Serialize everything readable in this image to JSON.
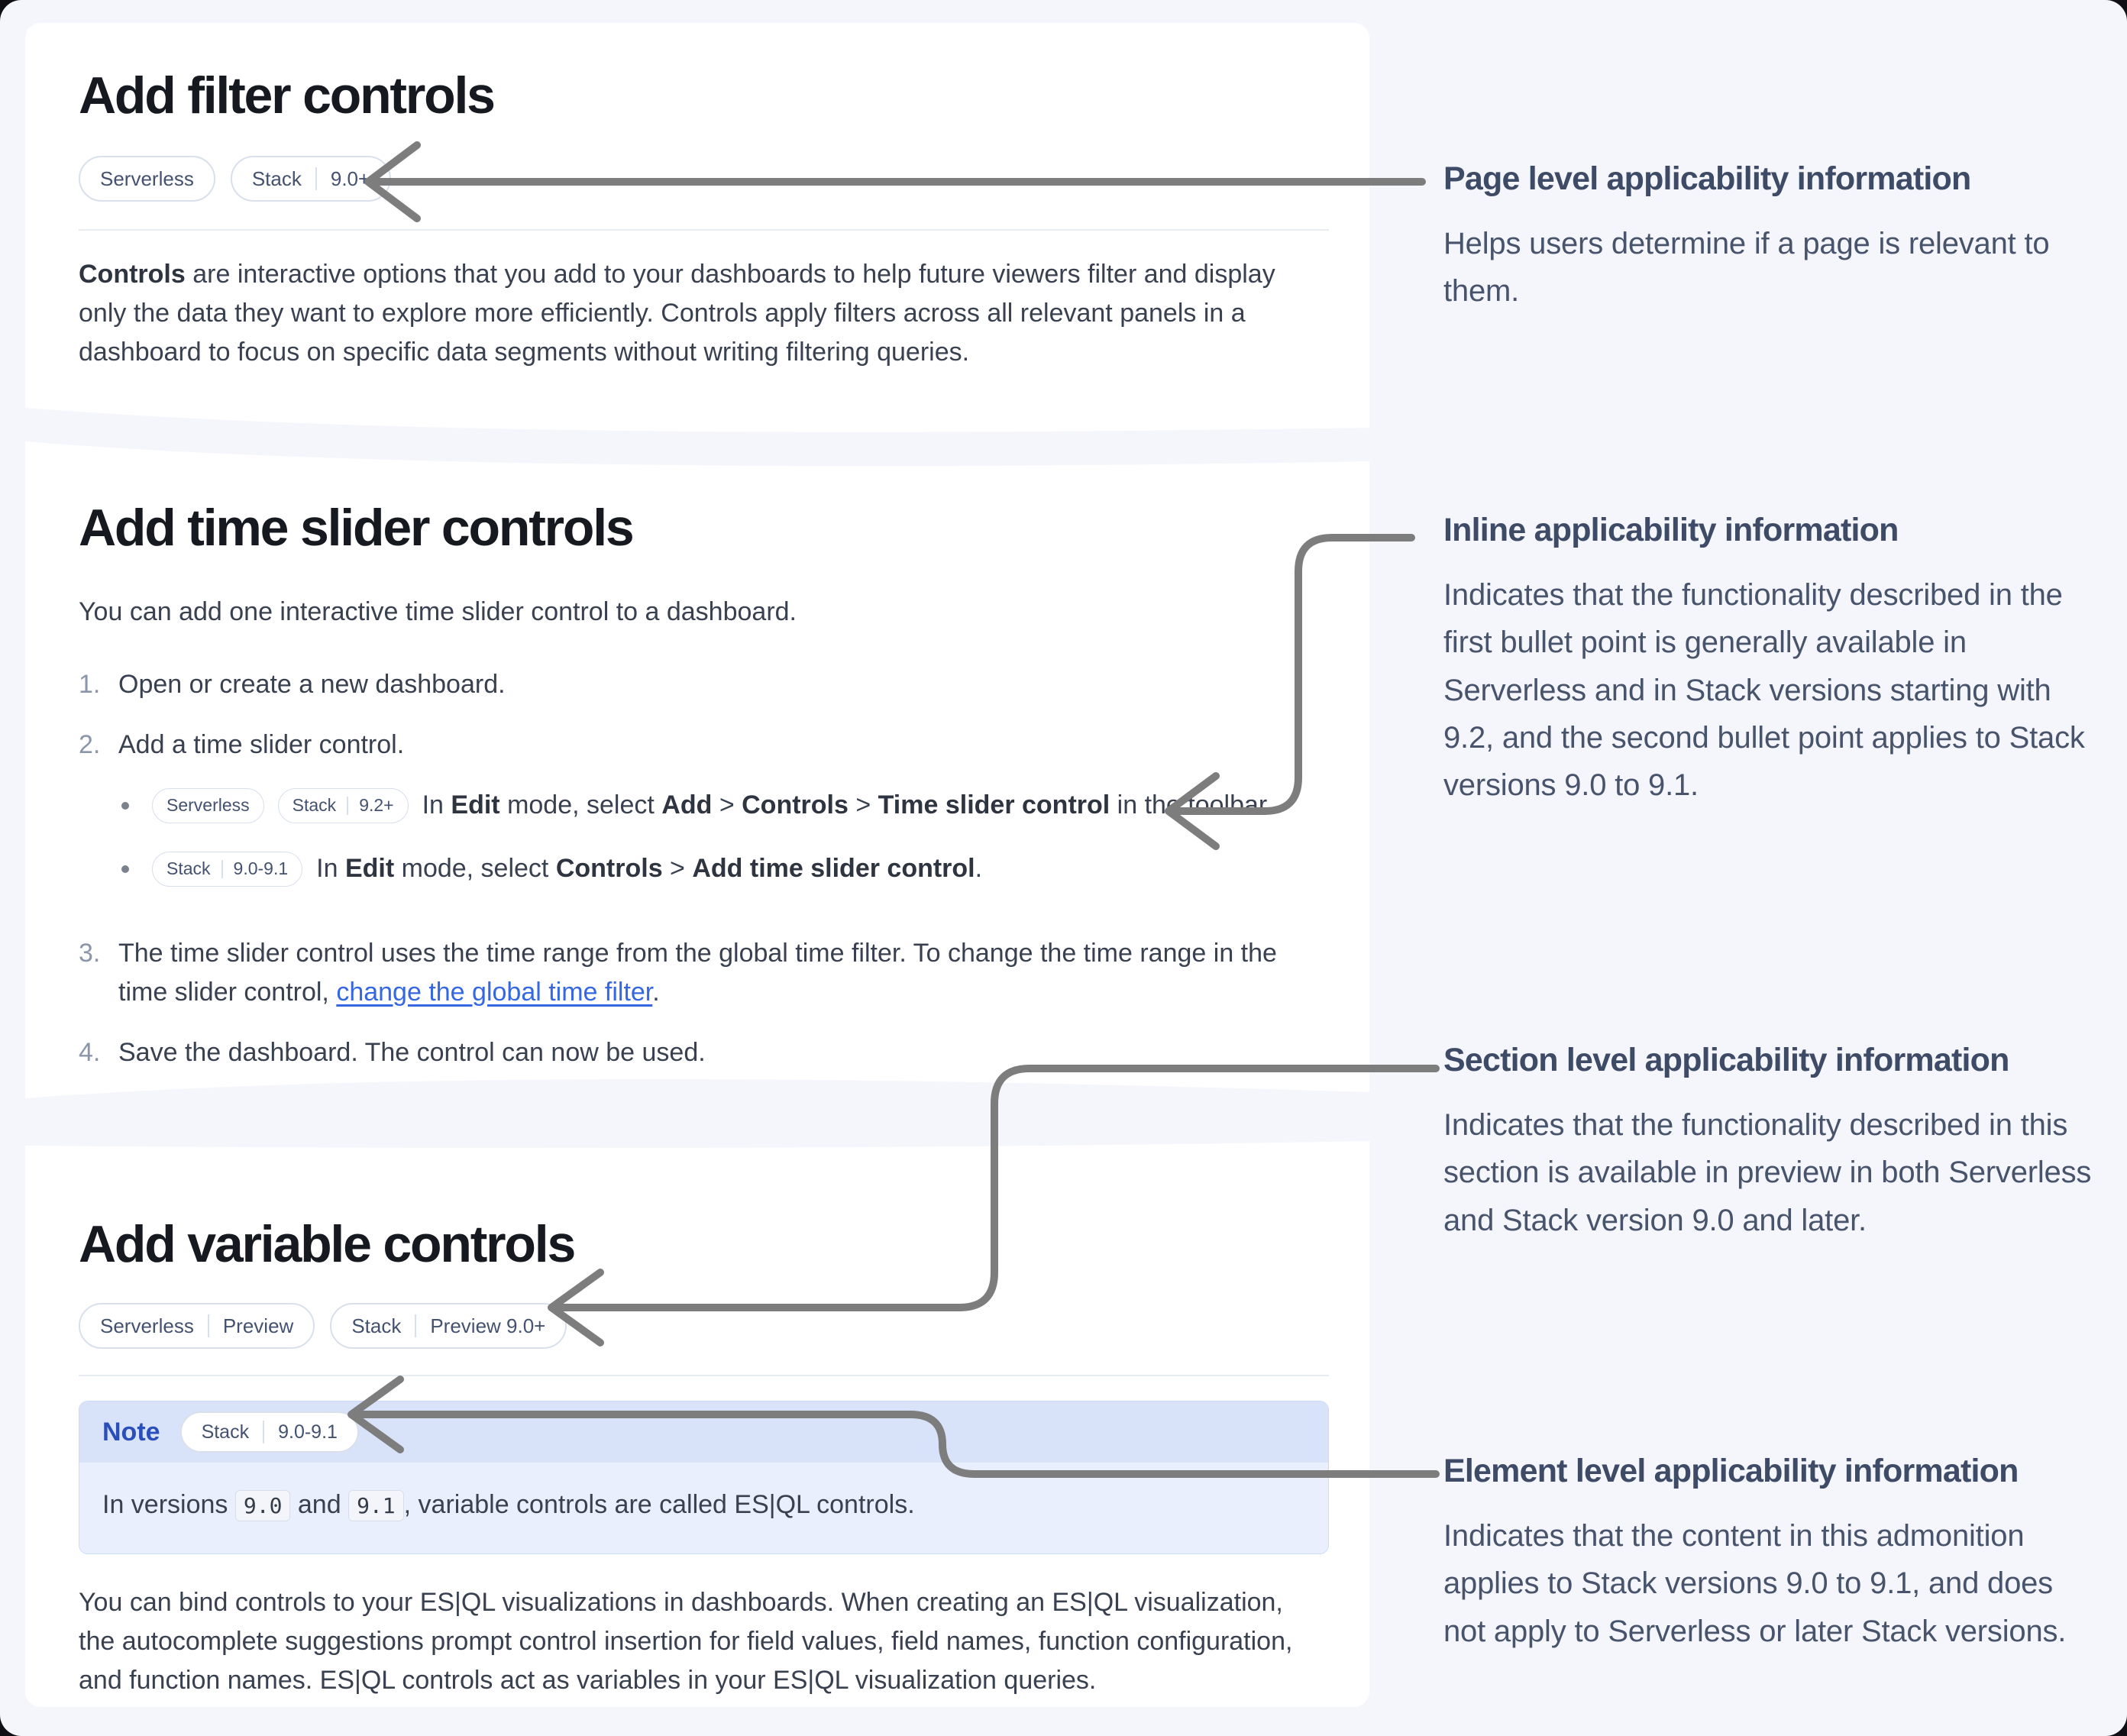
{
  "theme": {
    "page_background": "#f5f6fb",
    "card_background": "#ffffff",
    "heading_color": "#16191f",
    "body_color": "#39404f",
    "badge_text_color": "#44526f",
    "badge_border_color": "#d9e0ec",
    "list_number_color": "#8b96ab",
    "link_color": "#3667e3",
    "note_header_background": "#d8e3f9",
    "note_body_background": "#e9effc",
    "note_title_color": "#2a4fbb",
    "annotation_heading_color": "#3e4b66",
    "annotation_body_color": "#47546c",
    "arrow_color": "#7d7d7d"
  },
  "card1": {
    "title": "Add filter controls",
    "badge1_label": "Serverless",
    "badge2_product": "Stack",
    "badge2_version": "9.0+",
    "p_bold": "Controls",
    "p_rest": " are interactive options that you add to your dashboards to help future viewers filter and display only the data they want to explore more efficiently. Controls apply filters across all relevant panels in a dashboard to focus on specific data segments without writing filtering queries."
  },
  "card2": {
    "title": "Add time slider controls",
    "intro": "You can add one interactive time slider control to a dashboard.",
    "item1_num": "1.",
    "item1": "Open or create a new dashboard.",
    "item2_num": "2.",
    "item2": "Add a time slider control.",
    "b1_badge1": "Serverless",
    "b1_badge2_product": "Stack",
    "b1_badge2_version": "9.2+",
    "b1_t1": "In ",
    "b1_b1": "Edit",
    "b1_t2": " mode, select ",
    "b1_b2": "Add",
    "b1_t3": " > ",
    "b1_b3": "Controls",
    "b1_t4": " > ",
    "b1_b4": "Time slider control",
    "b1_t5": " in the toolbar.",
    "b2_badge_product": "Stack",
    "b2_badge_version": "9.0-9.1",
    "b2_t1": "In ",
    "b2_b1": "Edit",
    "b2_t2": " mode, select ",
    "b2_b2": "Controls",
    "b2_t3": " > ",
    "b2_b3": "Add time slider control",
    "b2_t4": ".",
    "item3_num": "3.",
    "item3_t1": "The time slider control uses the time range from the global time filter. To change the time range in the time slider control, ",
    "item3_link": "change the global time filter",
    "item3_t2": ".",
    "item4_num": "4.",
    "item4": "Save the dashboard. The control can now be used."
  },
  "card3": {
    "title": "Add variable controls",
    "badge1_product": "Serverless",
    "badge1_flag": "Preview",
    "badge2_product": "Stack",
    "badge2_flag": "Preview 9.0+",
    "note_label": "Note",
    "note_badge_product": "Stack",
    "note_badge_version": "9.0-9.1",
    "note_t1": "In versions ",
    "note_code1": "9.0",
    "note_t2": " and ",
    "note_code2": "9.1",
    "note_t3": ", variable controls are called ES|QL controls.",
    "p": "You can bind controls to your ES|QL visualizations in dashboards. When creating an ES|QL visualization, the autocomplete suggestions prompt control insertion for field values, field names, function configuration, and function names. ES|QL controls act as variables in your ES|QL visualization queries."
  },
  "annotations": {
    "a1_title": "Page level applicability information",
    "a1_body": "Helps users determine if a page is relevant to them.",
    "a2_title": "Inline applicability information",
    "a2_body": "Indicates that the functionality described in the first bullet point is generally available in Serverless and in Stack versions starting with 9.2, and the second bullet point applies to Stack versions 9.0 to 9.1.",
    "a3_title": "Section level applicability information",
    "a3_body": "Indicates that the functionality described in this section is available in preview in both Serverless and Stack version 9.0 and later.",
    "a4_title": "Element level applicability information",
    "a4_body": "Indicates that the content in this admonition applies to Stack versions 9.0 to 9.1, and does not apply to Serverless or later Stack versions."
  }
}
